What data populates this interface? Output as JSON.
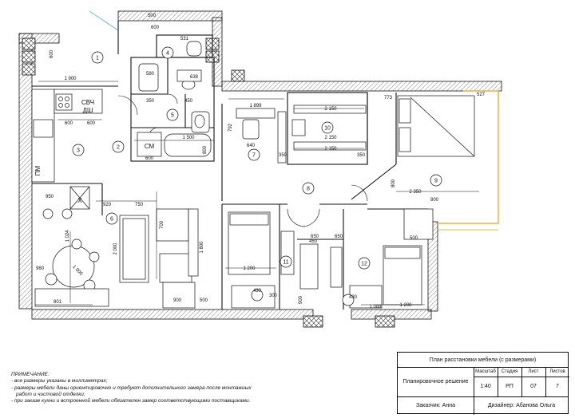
{
  "rooms": {
    "r1": "1",
    "r2": "2",
    "r3": "3",
    "r4": "4",
    "r5": "5",
    "r6": "6",
    "r7": "7",
    "r8": "8",
    "r9": "9",
    "r10": "10",
    "r11": "11",
    "r12": "12"
  },
  "appliances": {
    "svch": "СВЧ",
    "dsh": "ДШ",
    "pm": "ПМ",
    "sm": "СМ",
    "ventilation": "X"
  },
  "dimensions": {
    "d500a": "500",
    "d531": "531",
    "d600a": "600",
    "d600b": "600",
    "d1900": "1 900",
    "d580": "580",
    "d638": "638",
    "d600c": "600",
    "d600d": "600",
    "d450": "450",
    "d350": "350",
    "d1500": "1 500",
    "d600e": "600",
    "d800a": "800",
    "d1899": "1 899",
    "d2150a": "2 150",
    "d2150b": "2 150",
    "d2150c": "2 150",
    "d773": "773",
    "d527": "527",
    "d792": "792",
    "d640": "640",
    "d350b": "350",
    "d350c": "350",
    "d800b": "800",
    "d2350": "2 350",
    "d800c": "800",
    "d950": "950",
    "d920": "920",
    "d750": "750",
    "d2000": "2 000",
    "d1024": "1 024",
    "d960": "960",
    "d1000": "1 000",
    "d700": "700",
    "d801": "801",
    "d1800": "1 800",
    "d1200a": "1 200",
    "d900a": "900",
    "d500b": "500",
    "d450b": "450",
    "d650a": "650",
    "d650b": "650",
    "d1089": "1 089",
    "d1200b": "1 200",
    "d900b": "900",
    "d500c": "500",
    "d300": "300",
    "d430a": "430",
    "d430b": "430"
  },
  "notes": {
    "title": "ПРИМЕЧАНИЕ:",
    "lines": [
      "- все размеры указаны в миллиметрах;",
      "- размеры мебели даны ориентировочно и требуют дополнительного замера после монтажных",
      "  работ и чистовой отделки;",
      "- при заказе кухни и встроенной мебели обязателен замер соответствующими поставщиками."
    ]
  },
  "title_block": {
    "title": "План расстановки мебели (с размерами)",
    "stage_name": "Планировочное решение",
    "headers": {
      "scale": "Масштаб",
      "stage": "Стадия",
      "sheet": "Лист",
      "sheets": "Листов"
    },
    "values": {
      "scale": "1:40",
      "stage": "РП",
      "sheet": "07",
      "sheets": "7"
    },
    "client": "Заказчик: Анна",
    "designer": "Дизайнер: Абанова Ольга"
  },
  "colors": {
    "line": "#111111",
    "wall_fill": "#ffffff",
    "hatch": "#666666",
    "window_yellow": "#e8b341",
    "window_blue": "#6fb6d6"
  }
}
